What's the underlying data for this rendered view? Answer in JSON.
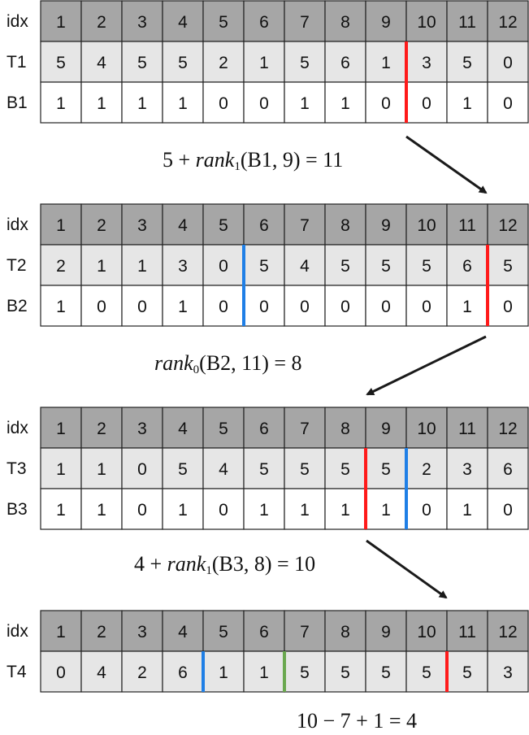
{
  "colors": {
    "idx_fill": "#a6a6a6",
    "data_fill": "#e6e6e6",
    "bit_fill": "#ffffff",
    "grid": "#222222",
    "red_marker": "#ff1a1a",
    "blue_marker": "#1f7fe6",
    "green_marker": "#6aa84f",
    "arrow": "#1a1a1a"
  },
  "tables": [
    {
      "rows": [
        {
          "label": "idx",
          "kind": "idx",
          "values": [
            "1",
            "2",
            "3",
            "4",
            "5",
            "6",
            "7",
            "8",
            "9",
            "10",
            "11",
            "12"
          ]
        },
        {
          "label": "T1",
          "kind": "data",
          "values": [
            "5",
            "4",
            "5",
            "5",
            "2",
            "1",
            "5",
            "6",
            "1",
            "3",
            "5",
            "0"
          ]
        },
        {
          "label": "B1",
          "kind": "bit",
          "values": [
            "1",
            "1",
            "1",
            "1",
            "0",
            "0",
            "1",
            "1",
            "0",
            "0",
            "1",
            "0"
          ]
        }
      ],
      "markers": [
        {
          "after_col": 9,
          "rows": [
            1,
            2
          ],
          "color": "red_marker"
        }
      ]
    },
    {
      "rows": [
        {
          "label": "idx",
          "kind": "idx",
          "values": [
            "1",
            "2",
            "3",
            "4",
            "5",
            "6",
            "7",
            "8",
            "9",
            "10",
            "11",
            "12"
          ]
        },
        {
          "label": "T2",
          "kind": "data",
          "values": [
            "2",
            "1",
            "1",
            "3",
            "0",
            "5",
            "4",
            "5",
            "5",
            "5",
            "6",
            "5"
          ]
        },
        {
          "label": "B2",
          "kind": "bit",
          "values": [
            "1",
            "0",
            "0",
            "1",
            "0",
            "0",
            "0",
            "0",
            "0",
            "0",
            "1",
            "0"
          ]
        }
      ],
      "markers": [
        {
          "after_col": 5,
          "rows": [
            1,
            2
          ],
          "color": "blue_marker"
        },
        {
          "after_col": 11,
          "rows": [
            1,
            2
          ],
          "color": "red_marker"
        }
      ]
    },
    {
      "rows": [
        {
          "label": "idx",
          "kind": "idx",
          "values": [
            "1",
            "2",
            "3",
            "4",
            "5",
            "6",
            "7",
            "8",
            "9",
            "10",
            "11",
            "12"
          ]
        },
        {
          "label": "T3",
          "kind": "data",
          "values": [
            "1",
            "1",
            "0",
            "5",
            "4",
            "5",
            "5",
            "5",
            "5",
            "2",
            "3",
            "6"
          ]
        },
        {
          "label": "B3",
          "kind": "bit",
          "values": [
            "1",
            "1",
            "0",
            "1",
            "0",
            "1",
            "1",
            "1",
            "1",
            "0",
            "1",
            "0"
          ]
        }
      ],
      "markers": [
        {
          "after_col": 8,
          "rows": [
            1,
            2
          ],
          "color": "red_marker"
        },
        {
          "after_col": 9,
          "rows": [
            1,
            2
          ],
          "color": "blue_marker"
        }
      ]
    },
    {
      "rows": [
        {
          "label": "idx",
          "kind": "idx",
          "values": [
            "1",
            "2",
            "3",
            "4",
            "5",
            "6",
            "7",
            "8",
            "9",
            "10",
            "11",
            "12"
          ]
        },
        {
          "label": "T4",
          "kind": "data",
          "values": [
            "0",
            "4",
            "2",
            "6",
            "1",
            "1",
            "5",
            "5",
            "5",
            "5",
            "5",
            "3"
          ]
        }
      ],
      "markers": [
        {
          "after_col": 4,
          "rows": [
            1
          ],
          "color": "blue_marker"
        },
        {
          "after_col": 6,
          "rows": [
            1
          ],
          "color": "green_marker"
        },
        {
          "after_col": 10,
          "rows": [
            1
          ],
          "color": "red_marker"
        }
      ]
    }
  ],
  "formulas": {
    "f1": {
      "prefix": "5 + ",
      "fn": "rank",
      "sub": "1",
      "args": "(B1, 9) = 11"
    },
    "f2": {
      "prefix": "",
      "fn": "rank",
      "sub": "0",
      "args": "(B2, 11) = 8"
    },
    "f3": {
      "prefix": "4 + ",
      "fn": "rank",
      "sub": "1",
      "args": "(B3, 8) = 10"
    },
    "f4": {
      "text": "10 − 7 + 1 = 4"
    }
  }
}
